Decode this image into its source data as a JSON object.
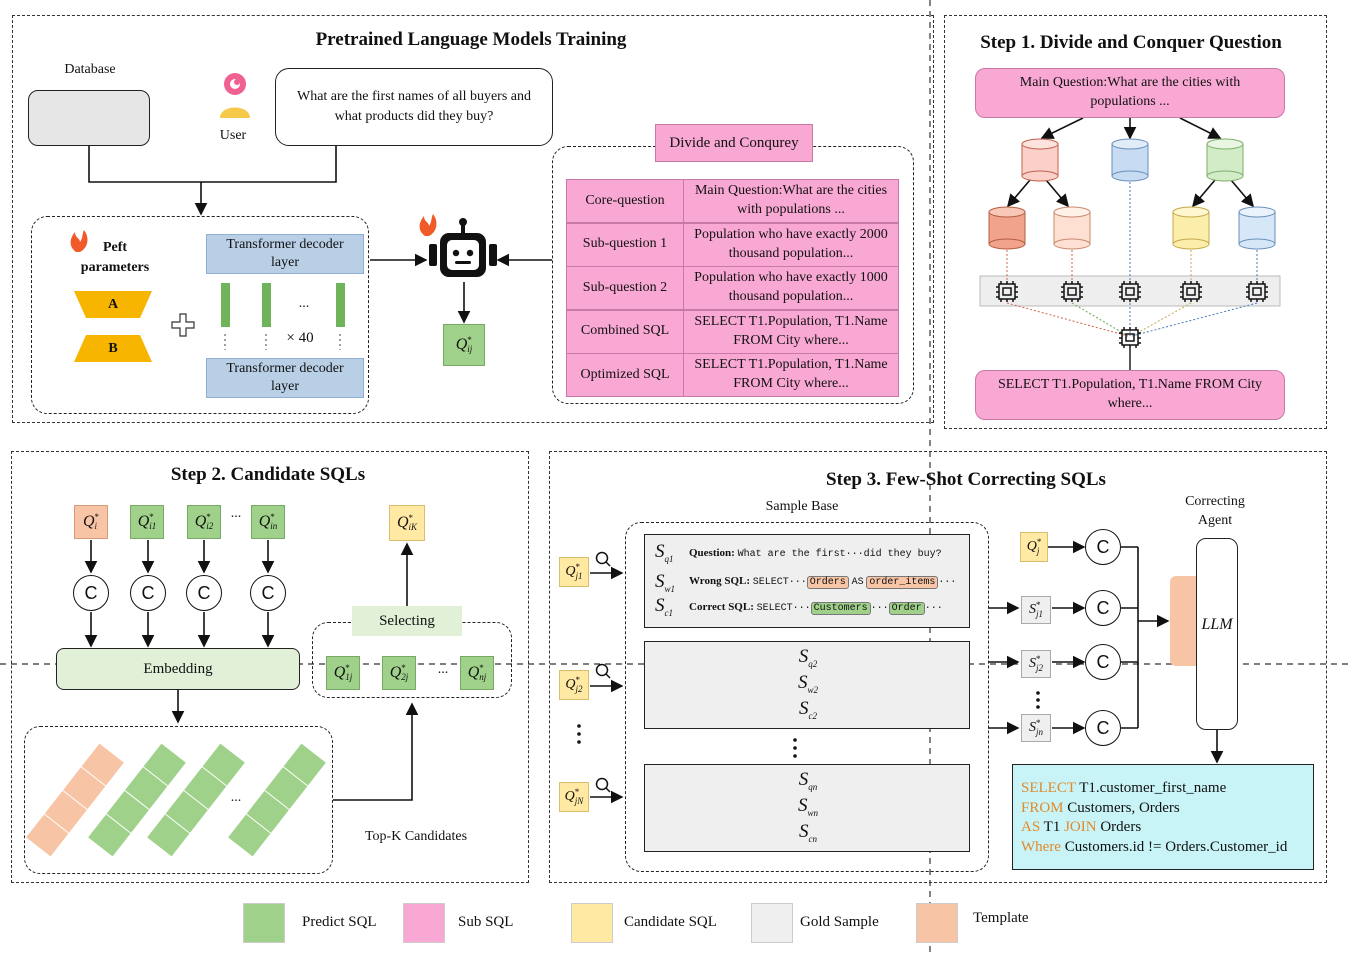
{
  "top_title": "Pretrained Language Models Training",
  "step1_title": "Step 1. Divide and Conquer Question",
  "step2_title": "Step 2. Candidate SQLs",
  "step3_title": "Step 3. Few-Shot Correcting SQLs",
  "training": {
    "database_label": "Database",
    "user_label": "User",
    "question": "What are the first names of all buyers and what products did they buy?",
    "peft_label": "Peft parameters",
    "adapter_a": "A",
    "adapter_b": "B",
    "decoder_top": "Transformer decoder layer",
    "decoder_bottom": "Transformer decoder layer",
    "layers_multiplier": "× 40",
    "ellipsis": "...",
    "output_q": "Q",
    "output_q_sub": "ij",
    "output_q_sup": "*"
  },
  "divide": {
    "header": "Divide and Conqurey",
    "rows": [
      {
        "key": "Core-question",
        "value": "Main Question:What are the cities with populations ..."
      },
      {
        "key": "Sub-question 1",
        "value": "Population who have exactly 2000 thousand population..."
      },
      {
        "key": "Sub-question 2",
        "value": "Population who have exactly 1000 thousand population..."
      },
      {
        "key": "Combined SQL",
        "value": "SELECT T1.Population, T1.Name FROM City where..."
      },
      {
        "key": "Optimized SQL",
        "value": "SELECT T1.Population, T1.Name FROM City where..."
      }
    ]
  },
  "step1": {
    "main_question": "Main Question:What are the cities with populations ...",
    "final_sql": "SELECT T1.Population, T1.Name FROM City where..."
  },
  "step2": {
    "inputs": [
      {
        "sub": "i",
        "color": "template"
      },
      {
        "sub": "i1",
        "color": "predict"
      },
      {
        "sub": "i2",
        "color": "predict"
      },
      {
        "sub": "in",
        "color": "predict"
      }
    ],
    "ellipsis": "...",
    "c_label": "C",
    "embedding_label": "Embedding",
    "selecting_label": "Selecting",
    "selected_sub": "iK",
    "candidates": [
      "1j",
      "2j",
      "nj"
    ],
    "topk_label": "Top-K Candidates"
  },
  "step3": {
    "sample_base_label": "Sample Base",
    "correcting_agent_label": "Correcting Agent",
    "llm_label": "LLM",
    "sample1": {
      "question_label": "Question:",
      "question_text": "What are the first···did they buy?",
      "wrong_label": "Wrong SQL:",
      "wrong_prefix": "SELECT···",
      "wrong_tag1": "Orders",
      "wrong_mid": "AS",
      "wrong_tag2": "order_items",
      "wrong_suffix": "···",
      "correct_label": "Correct SQL:",
      "correct_prefix": "SELECT···",
      "correct_tag1": "Customers",
      "correct_mid": "···",
      "correct_tag2": "Order",
      "correct_suffix": "···"
    },
    "query_subs": [
      "j1",
      "j2",
      "jN"
    ],
    "sample_rows": [
      [
        "q1",
        "w1",
        "c1"
      ],
      [
        "q2",
        "w2",
        "c2"
      ],
      [
        "qn",
        "wn",
        "cn"
      ]
    ],
    "right_q_subs": [
      "j",
      "j1",
      "j2",
      "jn"
    ],
    "final_sql": {
      "line1_kw": "SELECT",
      "line1_rest": " T1.customer_first_name",
      "line2_kw": "FROM",
      "line2_rest": " Customers, Orders",
      "line3_kw": "AS",
      "line3_mid": " T1 ",
      "line3_kw2": "JOIN",
      "line3_rest": " Orders",
      "line4_kw": "Where",
      "line4_rest": " Customers.id != Orders.Customer_id"
    }
  },
  "legend": [
    {
      "label": "Predict SQL",
      "color": "#9fd18b"
    },
    {
      "label": "Sub SQL",
      "color": "#f9a8d4"
    },
    {
      "label": "Candidate SQL",
      "color": "#ffe9a3"
    },
    {
      "label": "Gold Sample",
      "color": "#efefef"
    },
    {
      "label": "Template",
      "color": "#f7c4a5"
    }
  ],
  "colors": {
    "predict": "#9fd18b",
    "sub": "#f9a8d4",
    "candidate": "#ffe9a3",
    "gold": "#efefef",
    "template": "#f7c4a5",
    "sql_keyword": "#e08a2b",
    "final_sql_bg": "#c8f4f8"
  }
}
